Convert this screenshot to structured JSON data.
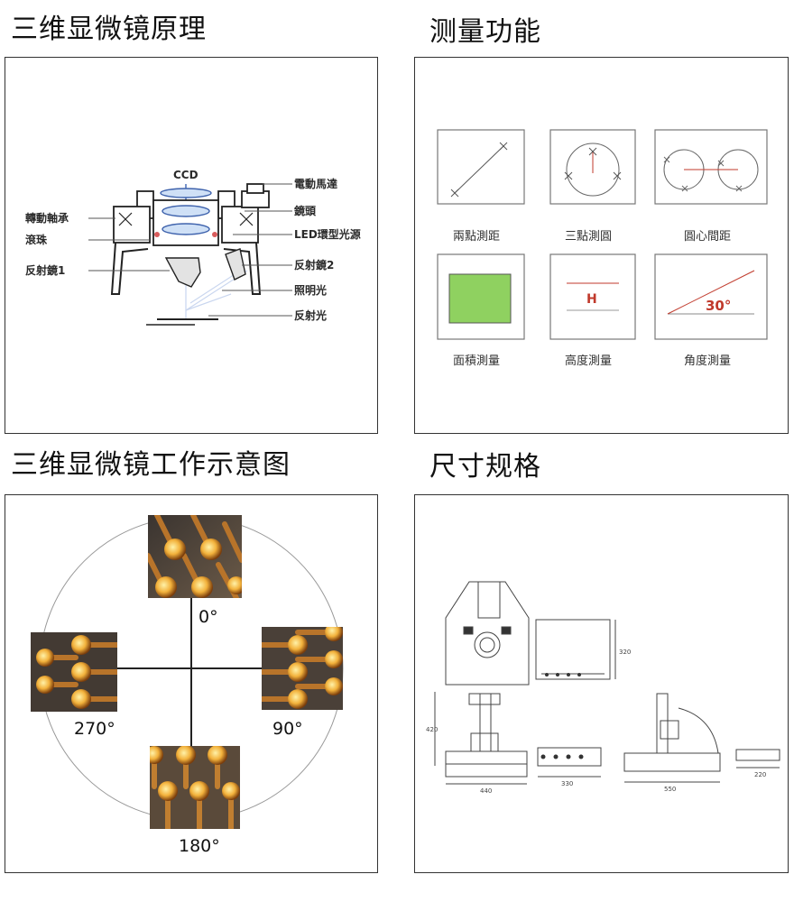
{
  "sections": {
    "principle": {
      "title": "三维显微镜原理",
      "labels": {
        "ccd": "CCD",
        "motor": "電動馬達",
        "lens": "鏡頭",
        "led": "LED環型光源",
        "mirror2": "反射鏡2",
        "illum": "照明光",
        "reflect": "反射光",
        "bearing": "轉動軸承",
        "ball": "滾珠",
        "mirror1": "反射鏡1"
      }
    },
    "measure": {
      "title": "测量功能",
      "items": [
        {
          "label": "兩點測距",
          "icon": "two-point-distance-icon"
        },
        {
          "label": "三點測圓",
          "icon": "three-point-circle-icon"
        },
        {
          "label": "圓心間距",
          "icon": "center-distance-icon"
        },
        {
          "label": "面積測量",
          "icon": "area-measure-icon"
        },
        {
          "label": "高度測量",
          "icon": "height-measure-icon",
          "glyph": "H"
        },
        {
          "label": "角度測量",
          "icon": "angle-measure-icon",
          "glyph": "30°"
        }
      ],
      "colors": {
        "area_fill": "#8fd160",
        "accent_red": "#c0392b"
      }
    },
    "working": {
      "title": "三维显微镜工作示意图",
      "angles": {
        "top": "0°",
        "right": "90°",
        "bottom": "180°",
        "left": "270°"
      }
    },
    "size": {
      "title": "尺寸规格",
      "dims": {
        "h1": "320",
        "h2": "420",
        "w1": "440",
        "w2": "330",
        "w3": "550",
        "w4": "220"
      }
    }
  }
}
